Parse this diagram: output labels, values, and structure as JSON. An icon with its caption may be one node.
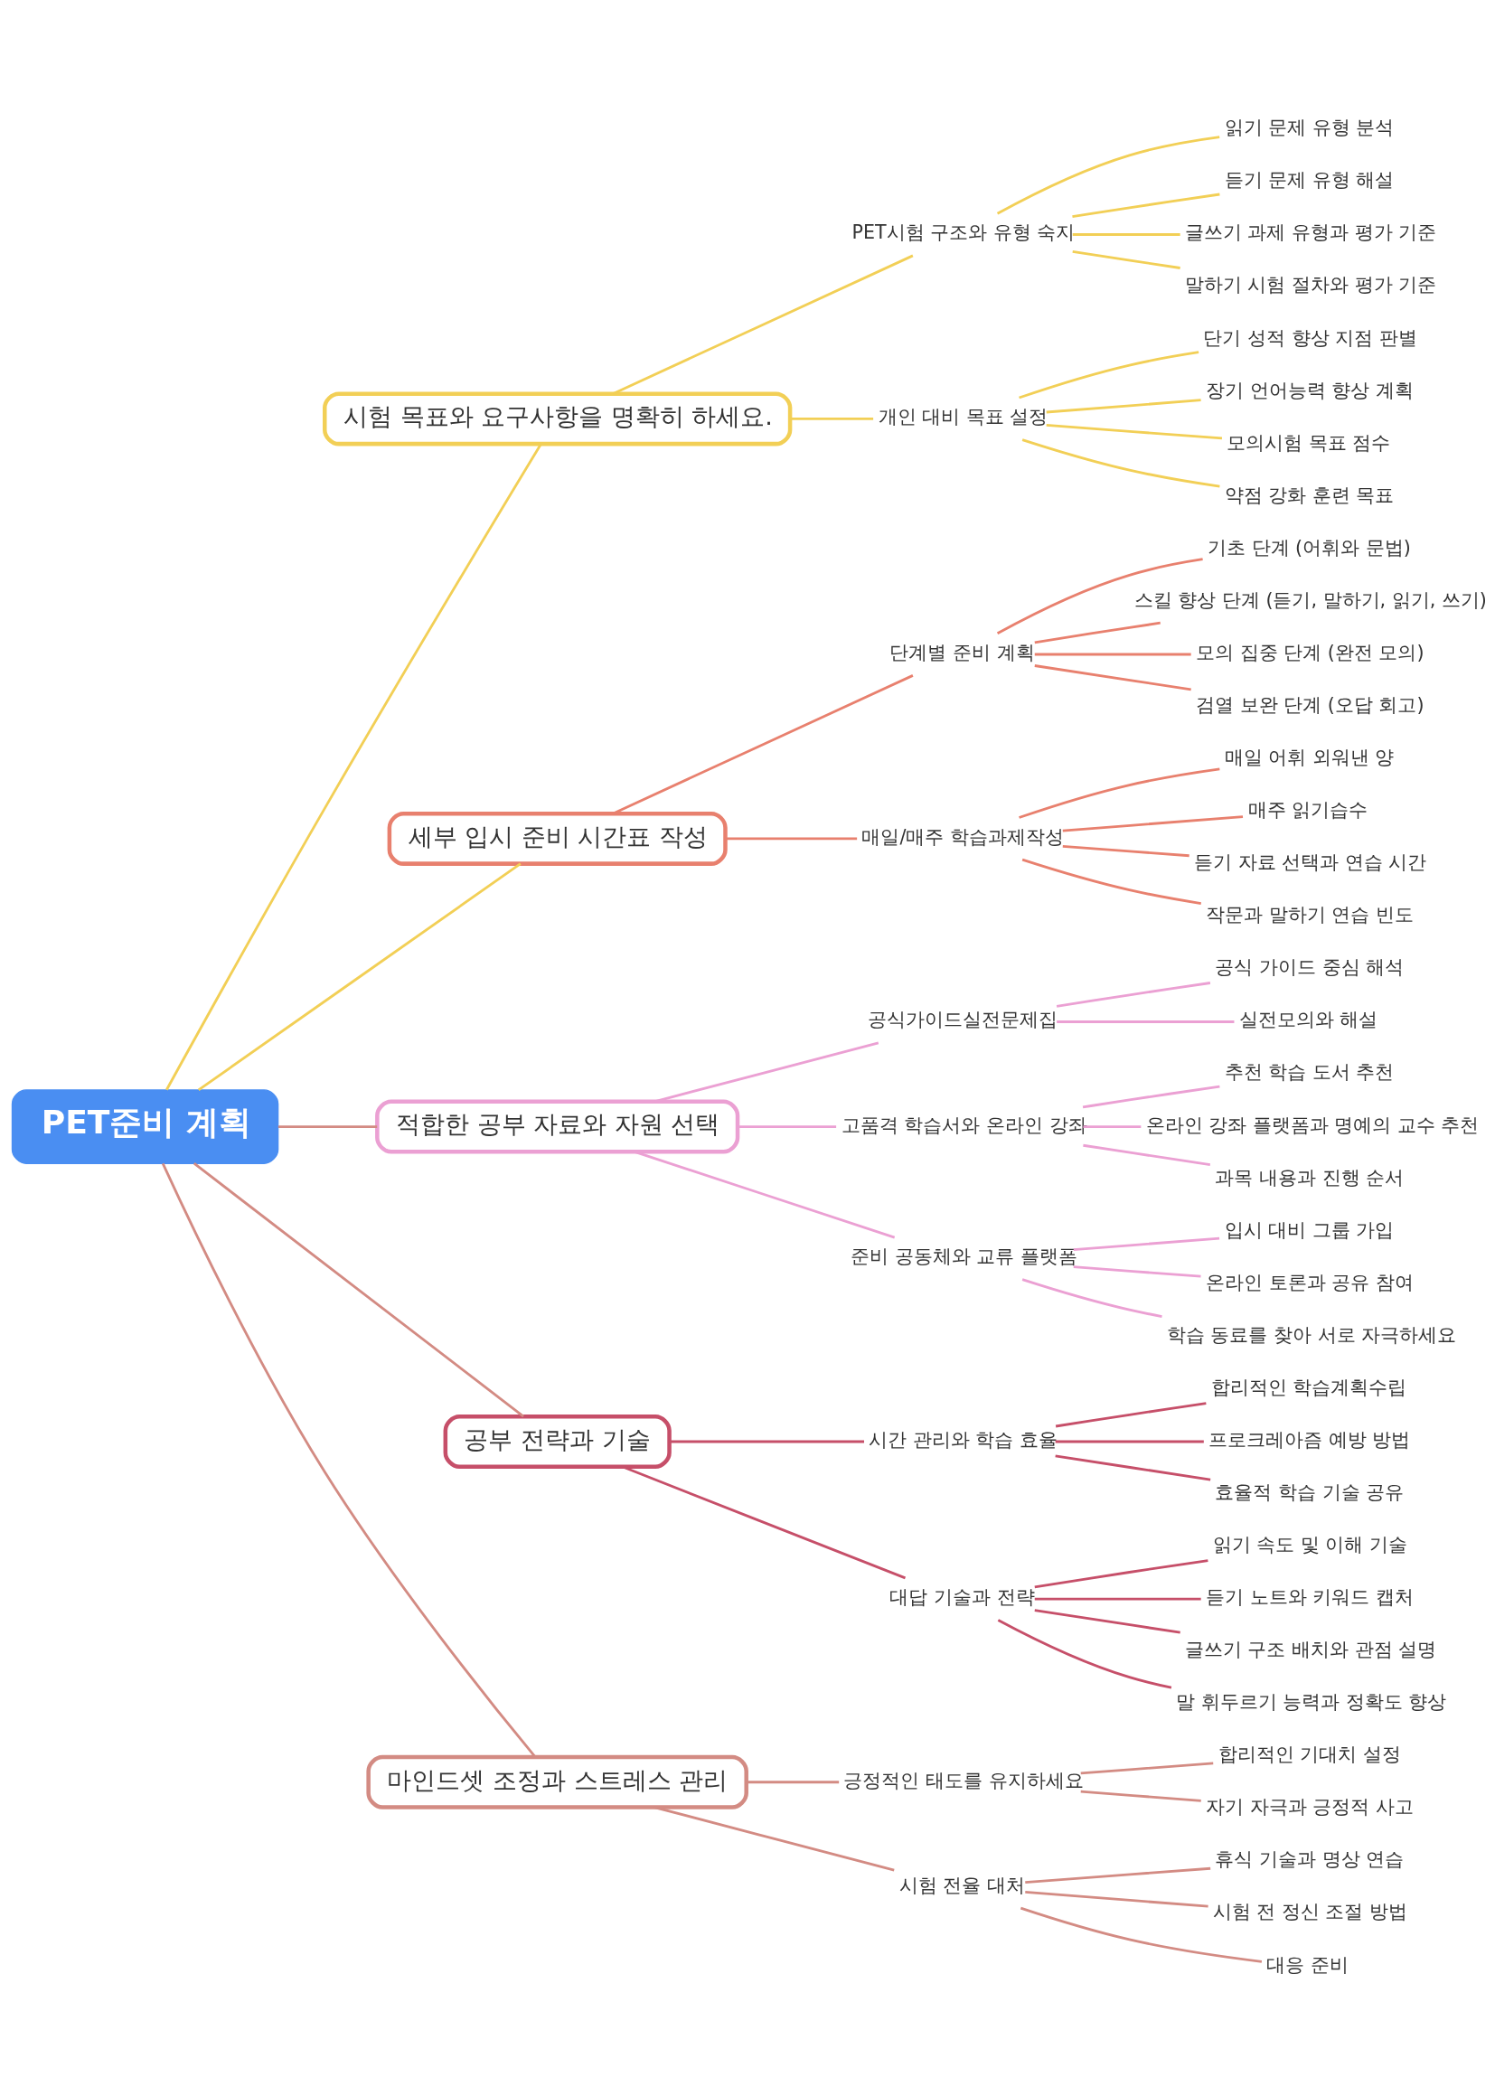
{
  "diagram": {
    "nodes": [
      {
        "text": [
          "PET준비 계획"
        ]
      },
      {
        "text": [
          "시험 목표와 요구사항을 명확히 하세요."
        ]
      },
      {
        "text": [
          "PET시험 구조와 유형 숙지"
        ]
      },
      {
        "text": [
          "읽기 문제 유형 분석"
        ]
      },
      {
        "text": [
          "듣기 문제 유형 해설"
        ]
      },
      {
        "text": [
          "글쓰기 과제 유형과 평가 기준"
        ]
      },
      {
        "text": [
          "말하기 시험 절차와 평가 기준"
        ]
      },
      {
        "text": [
          "개인 대비 목표 설정"
        ]
      },
      {
        "text": [
          "단기 성적 향상 지점 판별"
        ]
      },
      {
        "text": [
          "장기 언어능력 향상 계획"
        ]
      },
      {
        "text": [
          "모의시험 목표 점수"
        ]
      },
      {
        "text": [
          "약점 강화 훈련 목표"
        ]
      },
      {
        "text": [
          "세부 입시 준비 시간표 작성"
        ]
      },
      {
        "text": [
          "단계별 준비 계획"
        ]
      },
      {
        "text": [
          "기초 단계 (어휘와 문법)"
        ]
      },
      {
        "text": [
          "스킬 향상 단계 (듣기, 말하기, 읽기, 쓰기)"
        ]
      },
      {
        "text": [
          "모의 집중 단계 (완전 모의)"
        ]
      },
      {
        "text": [
          "검열 보완 단계 (오답 회고)"
        ]
      },
      {
        "text": [
          "매일/매주 학습과제작성"
        ]
      },
      {
        "text": [
          "매일 어휘 외워낸 양"
        ]
      },
      {
        "text": [
          "매주 읽기습수"
        ]
      },
      {
        "text": [
          "듣기 자료 선택과 연습 시간"
        ]
      },
      {
        "text": [
          "작문과 말하기 연습 빈도"
        ]
      },
      {
        "text": [
          "적합한 공부 자료와 자원 선택"
        ]
      },
      {
        "text": [
          "공식가이드실전문제집"
        ]
      },
      {
        "text": [
          "공식 가이드 중심 해석"
        ]
      },
      {
        "text": [
          "실전모의와 해설"
        ]
      },
      {
        "text": [
          "고품격 학습서와 온라인 강좌"
        ]
      },
      {
        "text": [
          "추천 학습 도서 추천"
        ]
      },
      {
        "text": [
          "온라인 강좌 플랫폼과 명예의 교수 추천"
        ]
      },
      {
        "text": [
          "과목 내용과 진행 순서"
        ]
      },
      {
        "text": [
          "준비 공동체와 교류 플랫폼"
        ]
      },
      {
        "text": [
          "입시 대비 그룹 가입"
        ]
      },
      {
        "text": [
          "온라인 토론과 공유 참여"
        ]
      },
      {
        "text": [
          "학습 동료를 찾아 서로 자극하세요"
        ]
      },
      {
        "text": [
          "공부 전략과 기술"
        ]
      },
      {
        "text": [
          "시간 관리와 학습 효율"
        ]
      },
      {
        "text": [
          "합리적인 학습계획수립"
        ]
      },
      {
        "text": [
          "프로크레아즘 예방 방법"
        ]
      },
      {
        "text": [
          "효율적 학습 기술 공유"
        ]
      },
      {
        "text": [
          "대답 기술과 전략"
        ]
      },
      {
        "text": [
          "읽기 속도 및 이해 기술"
        ]
      },
      {
        "text": [
          "듣기 노트와 키워드 캡처"
        ]
      },
      {
        "text": [
          "글쓰기 구조 배치와 관점 설명"
        ]
      },
      {
        "text": [
          "말 휘두르기 능력과 정확도 향상"
        ]
      },
      {
        "text": [
          "마인드셋 조정과 스트레스 관리"
        ]
      },
      {
        "text": [
          "긍정적인 태도를 유지하세요"
        ]
      },
      {
        "text": [
          "합리적인 기대치 설정"
        ]
      },
      {
        "text": [
          "자기 자극과 긍정적 사고"
        ]
      },
      {
        "text": [
          "시험 전율 대처"
        ]
      },
      {
        "text": [
          "휴식 기술과 명상 연습"
        ]
      },
      {
        "text": [
          "시험 전 정신 조절 방법"
        ]
      },
      {
        "text": [
          "대응 준비"
        ]
      }
    ],
    "edges": [
      {
        "from": 0,
        "to": 1,
        "arrow": "none",
        "color": "#f2cf56"
      },
      {
        "from": 1,
        "to": 2,
        "arrow": "none",
        "color": "#f2cf56"
      },
      {
        "from": 2,
        "to": 3,
        "arrow": "none",
        "color": "#f2cf56"
      },
      {
        "from": 2,
        "to": 4,
        "arrow": "none",
        "color": "#f2cf56"
      },
      {
        "from": 2,
        "to": 5,
        "arrow": "none",
        "color": "#f2cf56"
      },
      {
        "from": 2,
        "to": 6,
        "arrow": "none",
        "color": "#f2cf56"
      },
      {
        "from": 1,
        "to": 7,
        "arrow": "none",
        "color": "#f2cf56"
      },
      {
        "from": 7,
        "to": 8,
        "arrow": "none",
        "color": "#f2cf56"
      },
      {
        "from": 7,
        "to": 9,
        "arrow": "none",
        "color": "#f2cf56"
      },
      {
        "from": 7,
        "to": 10,
        "arrow": "none",
        "color": "#f2cf56"
      },
      {
        "from": 7,
        "to": 11,
        "arrow": "none",
        "color": "#f2cf56"
      },
      {
        "from": 0,
        "to": 12,
        "arrow": "none",
        "color": "#f2cf56"
      },
      {
        "from": 12,
        "to": 13,
        "arrow": "none",
        "color": "#e8806e"
      },
      {
        "from": 13,
        "to": 14,
        "arrow": "none",
        "color": "#e8806e"
      },
      {
        "from": 13,
        "to": 15,
        "arrow": "none",
        "color": "#e8806e"
      },
      {
        "from": 13,
        "to": 16,
        "arrow": "none",
        "color": "#e8806e"
      },
      {
        "from": 13,
        "to": 17,
        "arrow": "none",
        "color": "#e8806e"
      },
      {
        "from": 12,
        "to": 18,
        "arrow": "none",
        "color": "#e8806e"
      },
      {
        "from": 18,
        "to": 19,
        "arrow": "none",
        "color": "#e8806e"
      },
      {
        "from": 18,
        "to": 20,
        "arrow": "none",
        "color": "#e8806e"
      },
      {
        "from": 18,
        "to": 21,
        "arrow": "none",
        "color": "#e8806e"
      },
      {
        "from": 18,
        "to": 22,
        "arrow": "none",
        "color": "#e8806e"
      },
      {
        "from": 0,
        "to": 23,
        "arrow": "none",
        "color": "#d38b83"
      },
      {
        "from": 23,
        "to": 24,
        "arrow": "none",
        "color": "#eba0d3"
      },
      {
        "from": 24,
        "to": 25,
        "arrow": "none",
        "color": "#eba0d3"
      },
      {
        "from": 24,
        "to": 26,
        "arrow": "none",
        "color": "#eba0d3"
      },
      {
        "from": 23,
        "to": 27,
        "arrow": "none",
        "color": "#eba0d3"
      },
      {
        "from": 27,
        "to": 28,
        "arrow": "none",
        "color": "#eba0d3"
      },
      {
        "from": 27,
        "to": 29,
        "arrow": "none",
        "color": "#eba0d3"
      },
      {
        "from": 27,
        "to": 30,
        "arrow": "none",
        "color": "#eba0d3"
      },
      {
        "from": 23,
        "to": 31,
        "arrow": "none",
        "color": "#eba0d3"
      },
      {
        "from": 31,
        "to": 32,
        "arrow": "none",
        "color": "#eba0d3"
      },
      {
        "from": 31,
        "to": 33,
        "arrow": "none",
        "color": "#eba0d3"
      },
      {
        "from": 31,
        "to": 34,
        "arrow": "none",
        "color": "#eba0d3"
      },
      {
        "from": 0,
        "to": 35,
        "arrow": "none",
        "color": "#d38b83"
      },
      {
        "from": 35,
        "to": 36,
        "arrow": "none",
        "color": "#c64f69"
      },
      {
        "from": 36,
        "to": 37,
        "arrow": "none",
        "color": "#c64f69"
      },
      {
        "from": 36,
        "to": 38,
        "arrow": "none",
        "color": "#c64f69"
      },
      {
        "from": 36,
        "to": 39,
        "arrow": "none",
        "color": "#c64f69"
      },
      {
        "from": 35,
        "to": 40,
        "arrow": "none",
        "color": "#c64f69"
      },
      {
        "from": 40,
        "to": 41,
        "arrow": "none",
        "color": "#c64f69"
      },
      {
        "from": 40,
        "to": 42,
        "arrow": "none",
        "color": "#c64f69"
      },
      {
        "from": 40,
        "to": 43,
        "arrow": "none",
        "color": "#c64f69"
      },
      {
        "from": 40,
        "to": 44,
        "arrow": "none",
        "color": "#c64f69"
      },
      {
        "from": 0,
        "to": 45,
        "arrow": "none",
        "color": "#d38b83"
      },
      {
        "from": 45,
        "to": 46,
        "arrow": "none",
        "color": "#d38b83"
      },
      {
        "from": 46,
        "to": 47,
        "arrow": "none",
        "color": "#d38b83"
      },
      {
        "from": 46,
        "to": 48,
        "arrow": "none",
        "color": "#d38b83"
      },
      {
        "from": 45,
        "to": 49,
        "arrow": "none",
        "color": "#d38b83"
      },
      {
        "from": 49,
        "to": 50,
        "arrow": "none",
        "color": "#d38b83"
      },
      {
        "from": 49,
        "to": 51,
        "arrow": "none",
        "color": "#d38b83"
      },
      {
        "from": 49,
        "to": 52,
        "arrow": "none",
        "color": "#d38b83"
      }
    ]
  }
}
